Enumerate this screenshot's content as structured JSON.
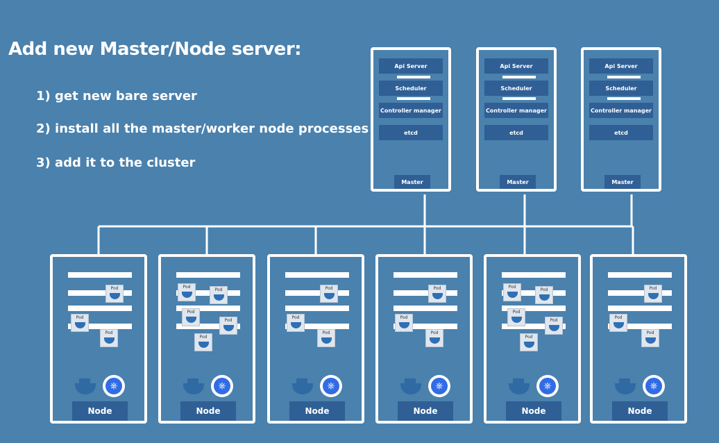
{
  "title": "Add new Master/Node server:",
  "steps": [
    "1) get new bare server",
    "2) install all the master/worker node processes",
    "3) add it to the cluster"
  ],
  "master": {
    "components": [
      "Api Server",
      "Scheduler",
      "Controller manager",
      "etcd"
    ],
    "label": "Master",
    "count": 3
  },
  "node": {
    "label": "Node",
    "pod_label": "Pod",
    "count": 6
  },
  "colors": {
    "background": "#4a81ad",
    "box_fill": "#2f5f95",
    "border": "#ffffff",
    "docker": "#2f6aa3",
    "kubernetes": "#326ce5"
  },
  "icons": [
    "docker-icon",
    "kubernetes-icon"
  ]
}
